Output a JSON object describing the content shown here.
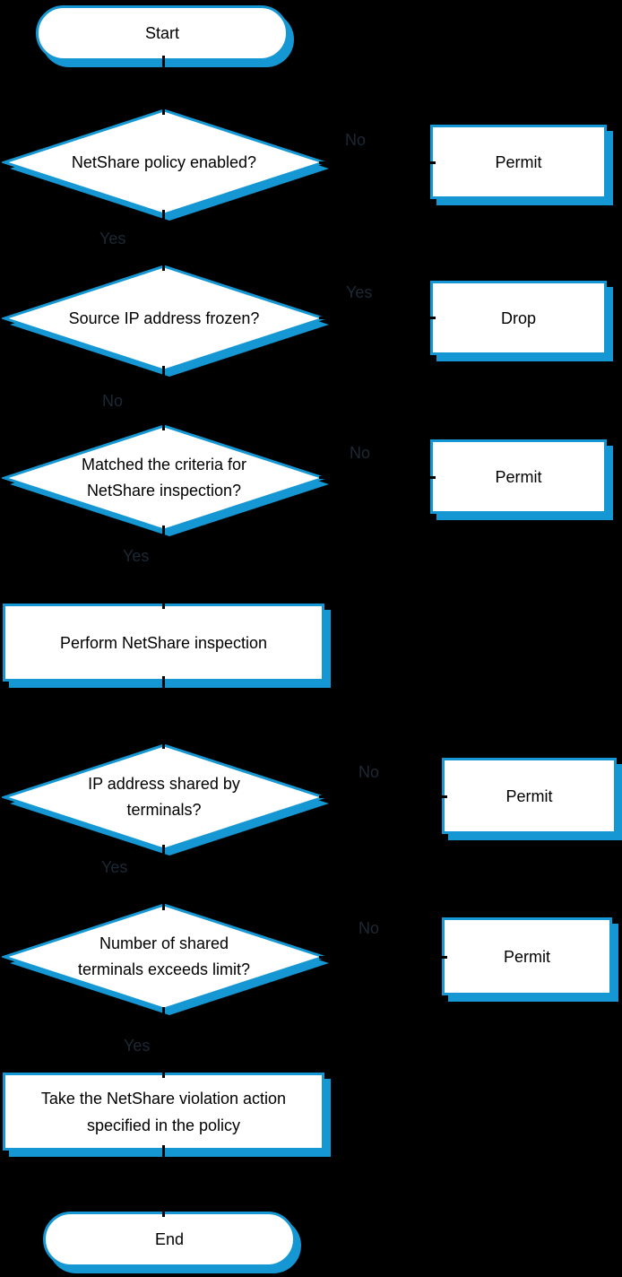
{
  "nodes": {
    "start": "Start",
    "decision1": "NetShare policy enabled?",
    "permit1": "Permit",
    "decision2": "Source IP address frozen?",
    "drop": "Drop",
    "decision3": "Matched the criteria for\nNetShare inspection?",
    "permit2": "Permit",
    "process1": "Perform NetShare inspection",
    "decision4": "IP address shared by\nterminals?",
    "permit3": "Permit",
    "decision5": "Number of shared\nterminals exceeds limit?",
    "permit4": "Permit",
    "process2": "Take the NetShare violation action\nspecified in the policy",
    "end": "End"
  },
  "edge_labels": {
    "d1_no": "No",
    "d1_yes": "Yes",
    "d2_yes": "Yes",
    "d2_no": "No",
    "d3_no": "No",
    "d3_yes": "Yes",
    "d4_no": "No",
    "d4_yes": "Yes",
    "d5_no": "No",
    "d5_yes": "Yes"
  },
  "colors": {
    "background": "#000000",
    "accent": "#1597d3",
    "node_fill": "#ffffff",
    "node_text": "#000000",
    "edge_label_text": "#1c2935",
    "connector": "#000000"
  }
}
